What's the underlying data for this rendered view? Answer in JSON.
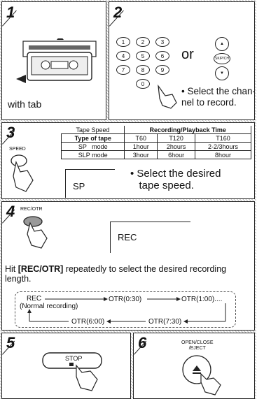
{
  "steps": {
    "s1": {
      "number": "1",
      "caption": "with tab"
    },
    "s2": {
      "number": "2",
      "or_text": "or",
      "keypad": [
        "1",
        "2",
        "3",
        "4",
        "5",
        "6",
        "7",
        "8",
        "9",
        "0"
      ],
      "skip_label": "SKIP/CH",
      "note": "• Select the chan-\nnel to record."
    },
    "s3": {
      "number": "3",
      "button_label": "SPEED",
      "table": {
        "header_left": "Tape Speed",
        "header_right": "Recording/Playback Time",
        "type_label": "Type of tape",
        "tape_types": [
          "T60",
          "T120",
          "T160"
        ],
        "rows": [
          {
            "mode": "SP   mode",
            "times": [
              "1hour",
              "2hours",
              "2-2/3hours"
            ]
          },
          {
            "mode": "SLP mode",
            "times": [
              "3hour",
              "6hour",
              "8hour"
            ]
          }
        ]
      },
      "display": "SP",
      "note": "• Select the desired\n   tape speed."
    },
    "s4": {
      "number": "4",
      "button_label": "REC/OTR",
      "display": "REC",
      "instruction_pre": "Hit ",
      "instruction_bold": "[REC/OTR]",
      "instruction_post": " repeatedly to select the desired recording length.",
      "otr": {
        "rec": "REC",
        "normal": "(Normal recording)",
        "o030": "OTR(0:30)",
        "o100": "OTR(1:00)....",
        "o600": "OTR(6:00)",
        "o730": "OTR(7:30)"
      }
    },
    "s5": {
      "number": "5",
      "button_label": "STOP"
    },
    "s6": {
      "number": "6",
      "button_label": "OPEN/CLOSE\n/EJECT"
    }
  }
}
